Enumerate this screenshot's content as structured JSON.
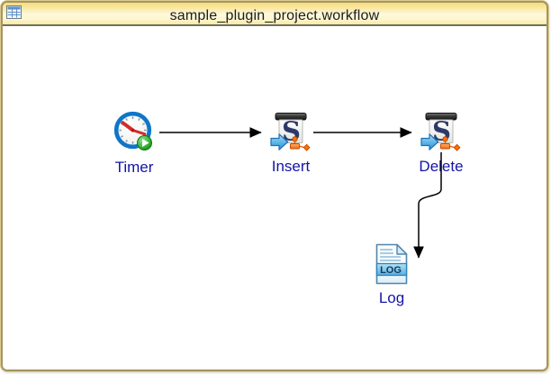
{
  "window": {
    "title": "sample_plugin_project.workflow"
  },
  "icons": {
    "titlebar": "table-icon",
    "timer_node": "clock-run-icon",
    "insert_node": "screen-s-transform-icon",
    "delete_node": "screen-s-transform-icon",
    "log_node": "log-document-icon",
    "step_letter": "S"
  },
  "workflow": {
    "nodes": [
      {
        "id": "timer",
        "label": "Timer"
      },
      {
        "id": "insert",
        "label": "Insert"
      },
      {
        "id": "delete",
        "label": "Delete"
      },
      {
        "id": "log",
        "label": "Log"
      }
    ],
    "log_badge": "LOG",
    "connectors": [
      {
        "from": "Timer",
        "to": "Insert"
      },
      {
        "from": "Insert",
        "to": "Delete"
      },
      {
        "from": "Delete",
        "to": "Log"
      }
    ]
  },
  "colors": {
    "titlebar_gold": "#F6DC7F",
    "titlebar_cream": "#FEF9DE",
    "titlebar_divider": "#70705F",
    "window_border": "#A6955B",
    "node_label": "#1414A6",
    "connector": "#000000",
    "accent_blue": "#2D9FE0",
    "accent_orange": "#FF7300",
    "accent_green": "#2FA82F"
  }
}
